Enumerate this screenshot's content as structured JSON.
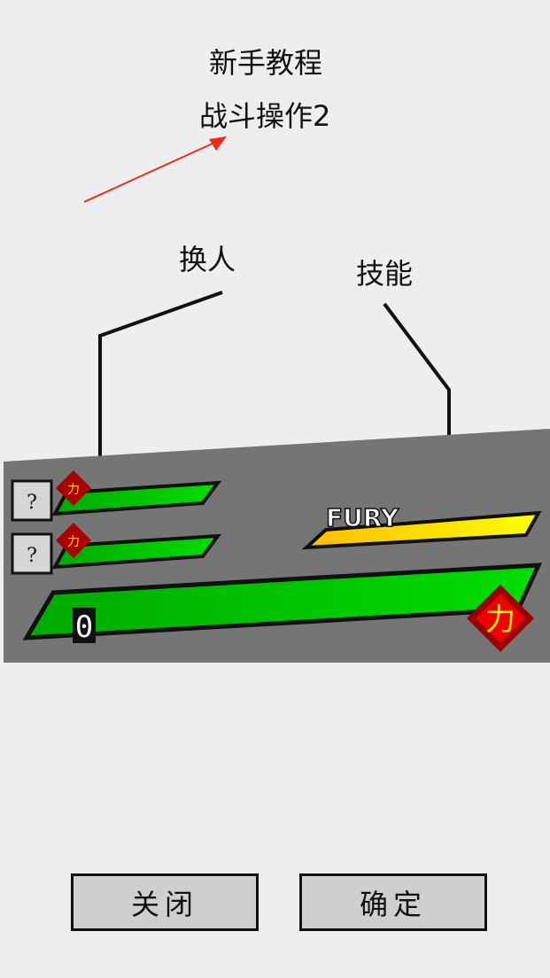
{
  "title": {
    "line1": "新手教程",
    "line2": "战斗操作2"
  },
  "labels": {
    "switch_character": "换人",
    "skill": "技能"
  },
  "hud": {
    "fury_label": "FURY",
    "party_slots": [
      {
        "avatar": "?",
        "badge": "力"
      },
      {
        "avatar": "?",
        "badge": "力"
      }
    ],
    "main_badge": "力",
    "main_value": "0"
  },
  "buttons": {
    "close": "关闭",
    "confirm": "确定"
  },
  "colors": {
    "background": "#eeeeee",
    "panel": "#757575",
    "hp_green": "#00cc00",
    "fury_yellow": "#ffd700",
    "badge_red": "#e00000",
    "arrow": "#ee2a1a"
  }
}
